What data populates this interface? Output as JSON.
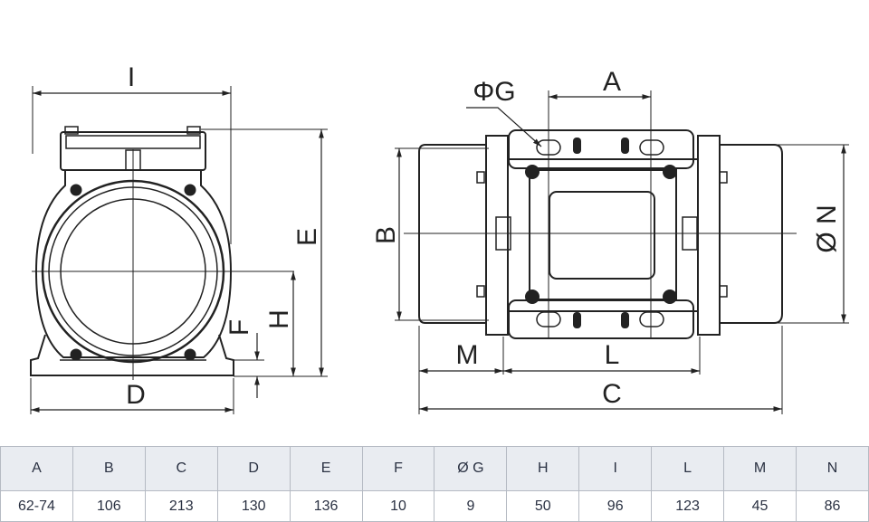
{
  "drawing": {
    "dimension_labels": {
      "I": "I",
      "E": "E",
      "H": "H",
      "F": "F",
      "D": "D",
      "A": "A",
      "PhiG": "ΦG",
      "B": "B",
      "PhiN": "Ø N",
      "M": "M",
      "L": "L",
      "C": "C"
    }
  },
  "table": {
    "headers": [
      "A",
      "B",
      "C",
      "D",
      "E",
      "F",
      "Ø G",
      "H",
      "I",
      "L",
      "M",
      "N"
    ],
    "values": [
      "62-74",
      "106",
      "213",
      "130",
      "136",
      "10",
      "9",
      "50",
      "96",
      "123",
      "45",
      "86"
    ]
  }
}
